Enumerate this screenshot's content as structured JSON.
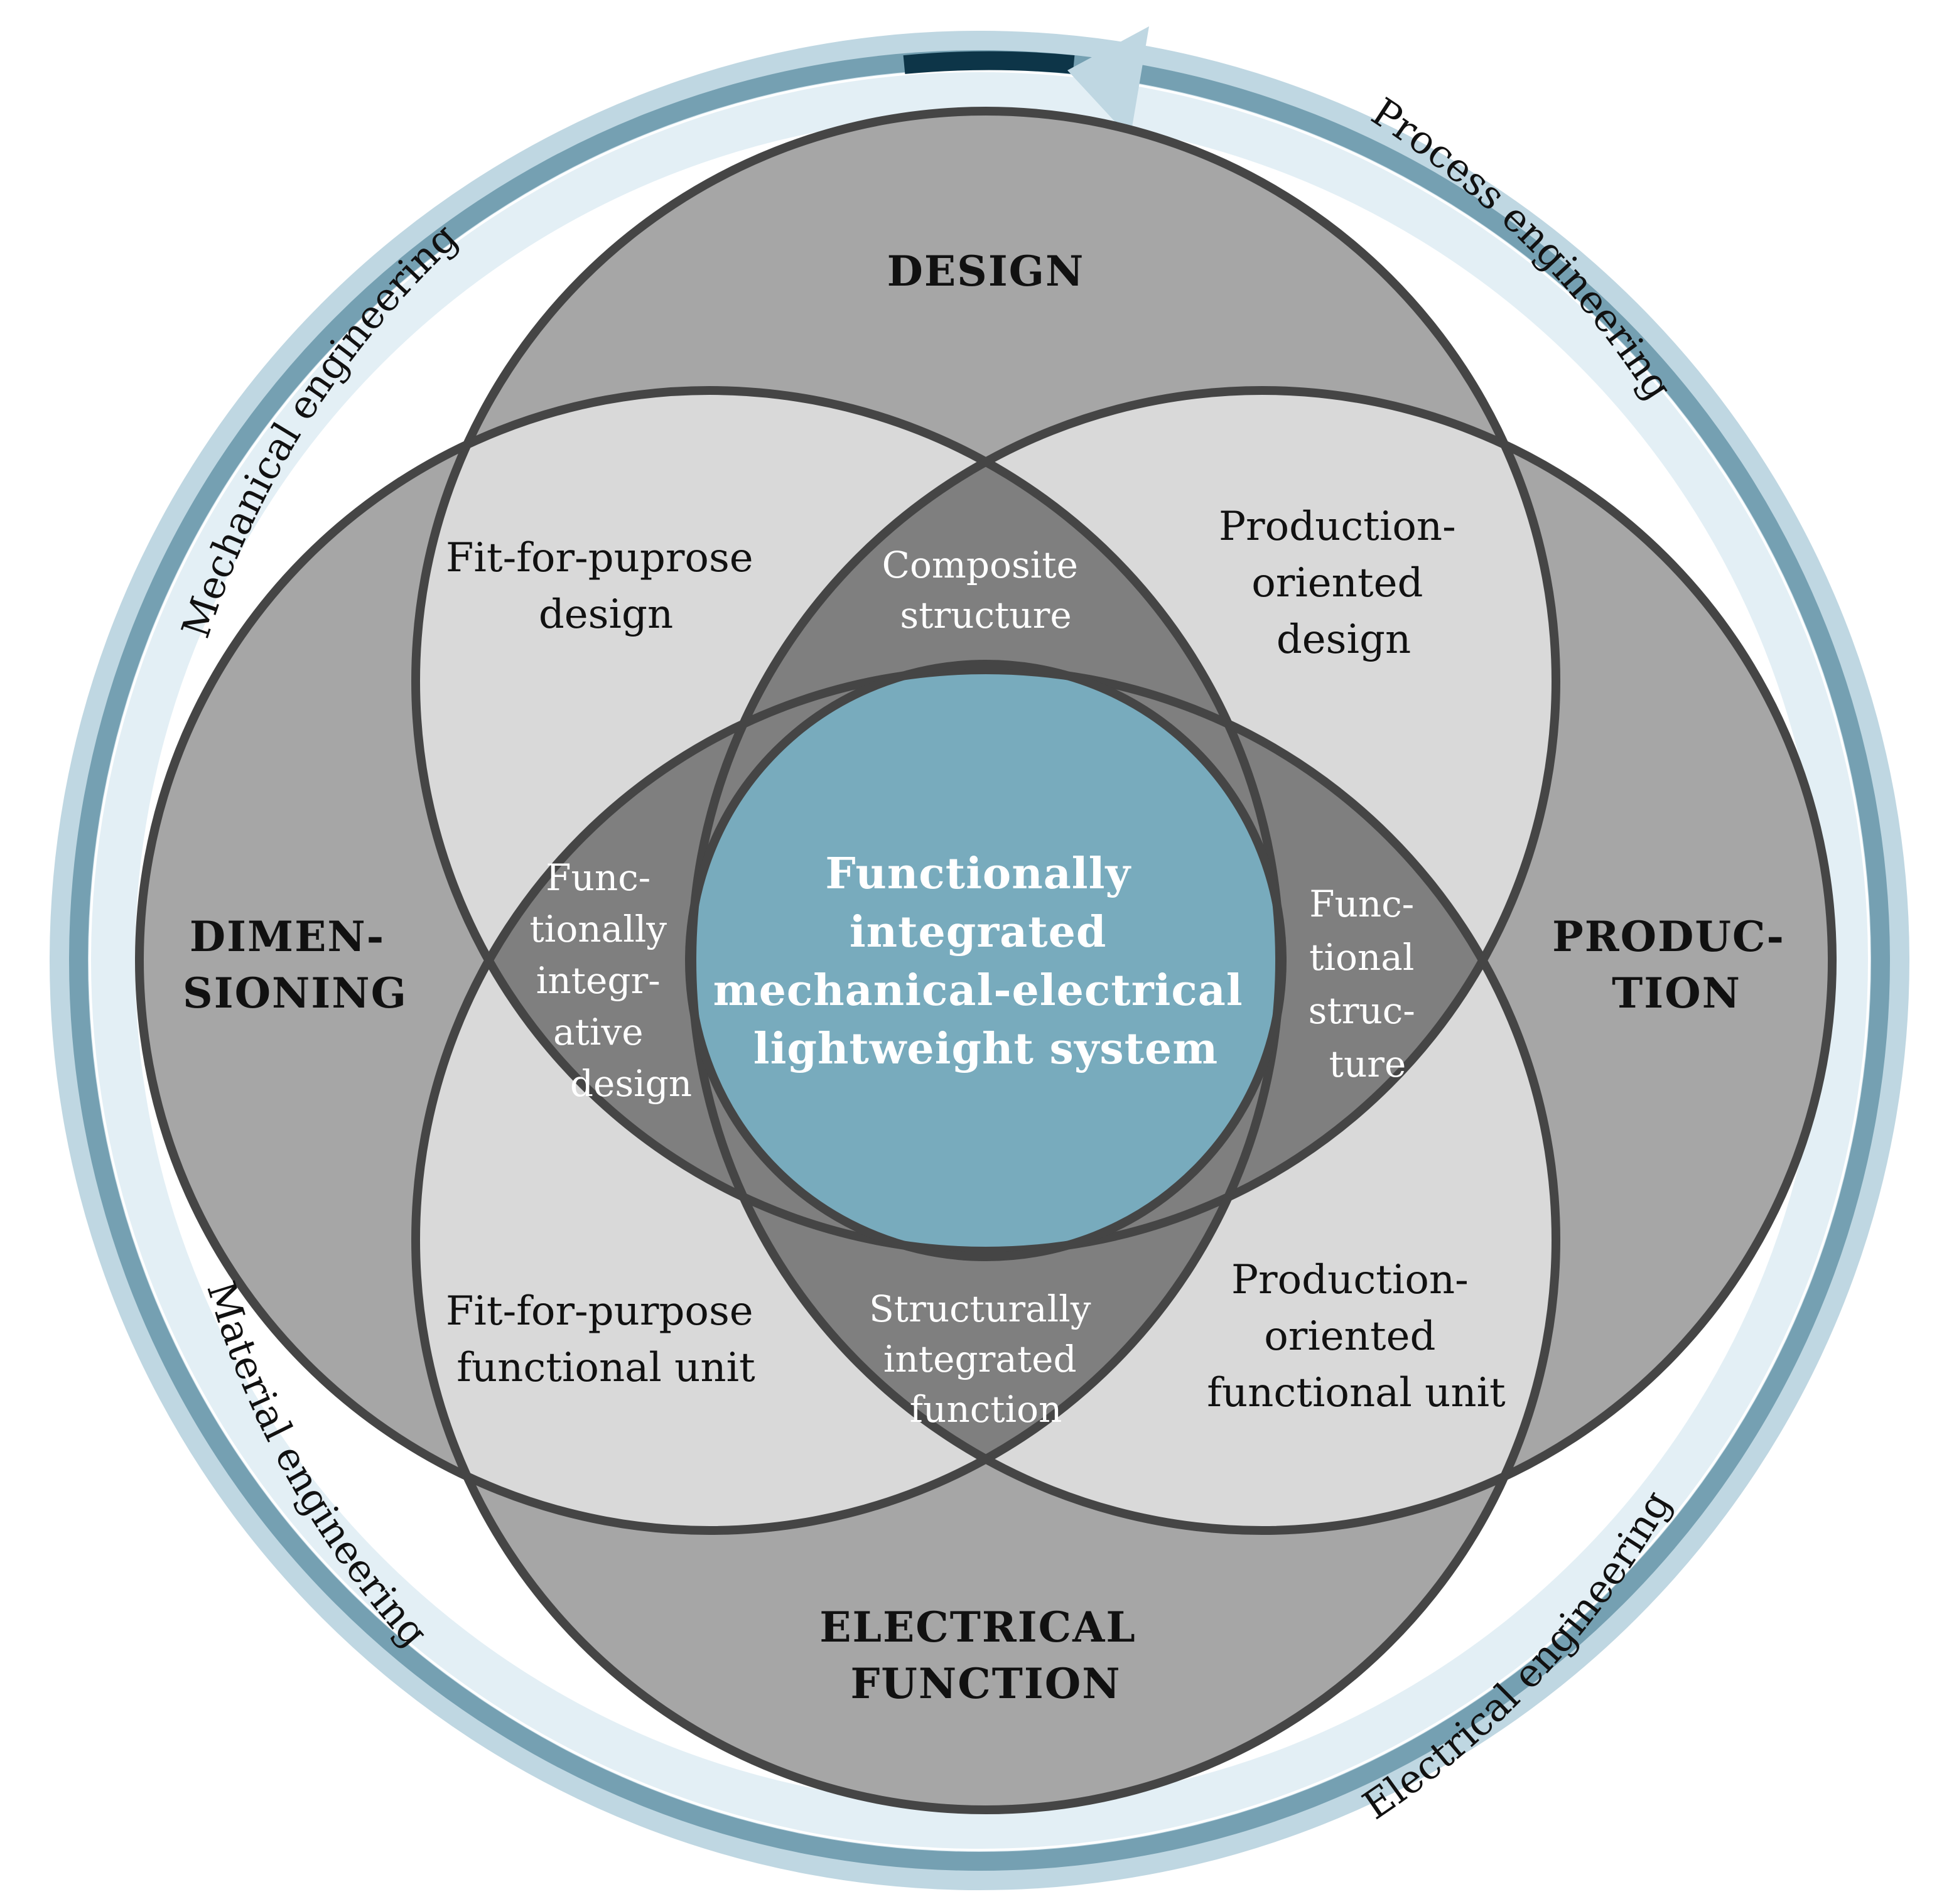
{
  "colors": {
    "ring_outer": "#bfd7e2",
    "ring_mid": "#75a0b2",
    "ring_light": "#e3eff5",
    "arrow_dark": "#0d3548",
    "outer_gray": "#a6a6a6",
    "petal_light": "#d9d9d9",
    "lens_dark": "#7f7f7f",
    "center": "#78abbd",
    "stroke": "#454545"
  },
  "disciplines": {
    "top_left": "Mechanical engineering",
    "top_right": "Process engineering",
    "bottom_left": "Material engineering",
    "bottom_right": "Electrical engineering"
  },
  "domains": {
    "design": "DESIGN",
    "dimensioning": [
      "DIMEN-",
      "SIONING"
    ],
    "production": [
      "PRODUC-",
      "TION"
    ],
    "electrical_function": [
      "ELECTRICAL",
      "FUNCTION"
    ]
  },
  "pairs": {
    "top_left": [
      "Fit-for-puprose",
      "design"
    ],
    "top_right": [
      "Production-",
      "oriented",
      "design"
    ],
    "bottom_left": [
      "Fit-for-purpose",
      "functional unit"
    ],
    "bottom_right": [
      "Production-",
      "oriented",
      "functional unit"
    ]
  },
  "lenses": {
    "top": [
      "Composite",
      "structure"
    ],
    "left": [
      "Func-",
      "tionally",
      "integr-",
      "ative",
      "design"
    ],
    "right": [
      "Func-",
      "tional",
      "struc-",
      "ture"
    ],
    "bottom": [
      "Structurally",
      "integrated",
      "function"
    ]
  },
  "center": [
    "Functionally",
    "integrated",
    "mechanical-electrical",
    "lightweight system"
  ]
}
